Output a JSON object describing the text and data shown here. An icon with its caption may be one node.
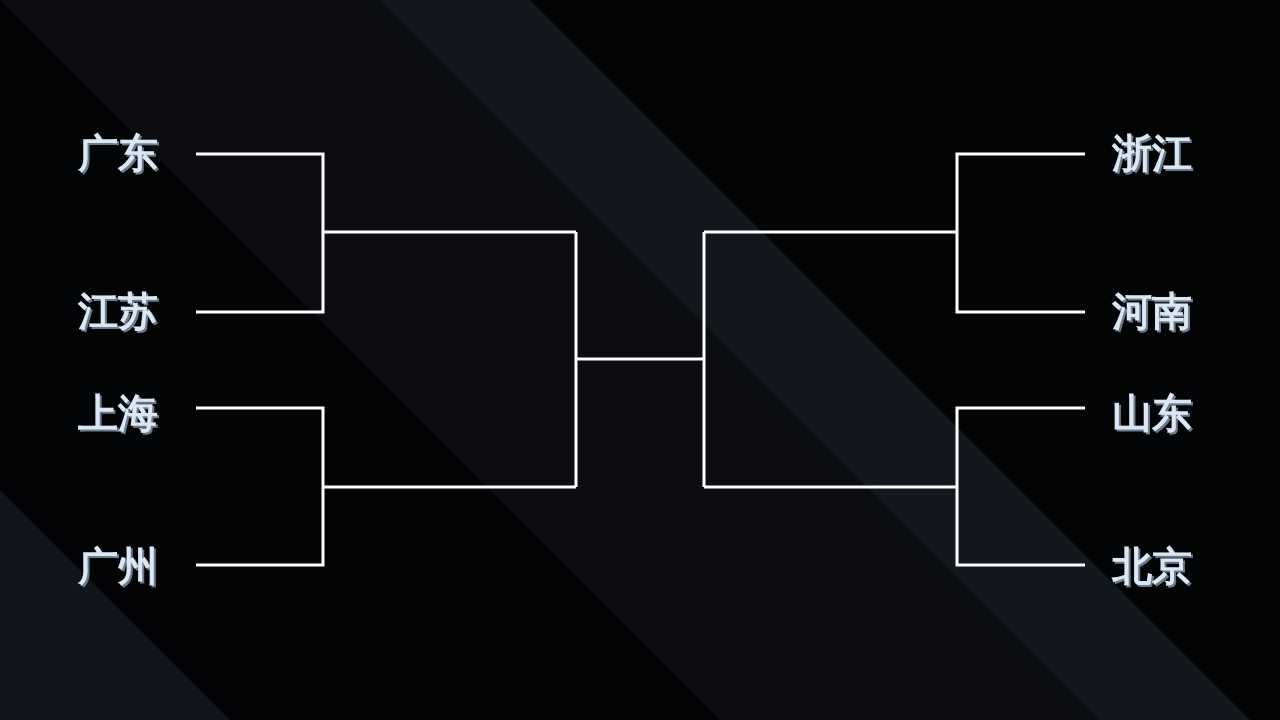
{
  "diagram": {
    "nodes": [
      {
        "text": [
          "广东"
        ]
      },
      {
        "text": [
          "江苏"
        ]
      },
      {
        "text": [
          "上海"
        ]
      },
      {
        "text": [
          "广州"
        ]
      },
      {
        "text": [
          "浙江"
        ]
      },
      {
        "text": [
          "河南"
        ]
      },
      {
        "text": [
          "山东"
        ]
      },
      {
        "text": [
          "北京"
        ]
      }
    ]
  }
}
